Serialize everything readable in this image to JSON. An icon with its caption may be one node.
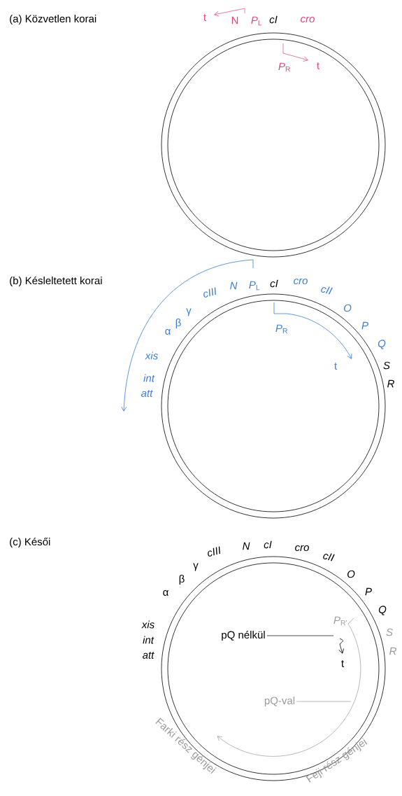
{
  "diagram": {
    "nodes": [
      {
        "text": [
          "pQ nélkül"
        ]
      },
      {
        "text": [
          "pQ-val"
        ]
      }
    ],
    "edges": [
      {
        "from": 0,
        "to": null,
        "arrow": "none"
      },
      {
        "from": 1,
        "to": null,
        "arrow": "none",
        "color": "#9a9a9a"
      }
    ],
    "labels": [
      "(a) Közvetlen korai",
      "t",
      "N",
      "*P*$_{L}$",
      "cI",
      "cro",
      "*P*$_{R}$",
      "t",
      "(b) Késleltetett korai",
      "α",
      "β",
      "γ",
      "cIII",
      "N",
      "*P*$_{L}$",
      "cI",
      "cro",
      "cII",
      "O",
      "P",
      "Q",
      "S",
      "R",
      "xis",
      "int",
      "att",
      "*P*$_{R}$",
      "t",
      "(c) Késői",
      "α",
      "β",
      "γ",
      "cIII",
      "N",
      "cI",
      "cro",
      "cII",
      "O",
      "P",
      "Q",
      "S",
      "R",
      "xis",
      "int",
      "att",
      "*P*$_{R'}$",
      "t",
      "Farki rész génjei",
      "Feji rész génjei"
    ]
  }
}
